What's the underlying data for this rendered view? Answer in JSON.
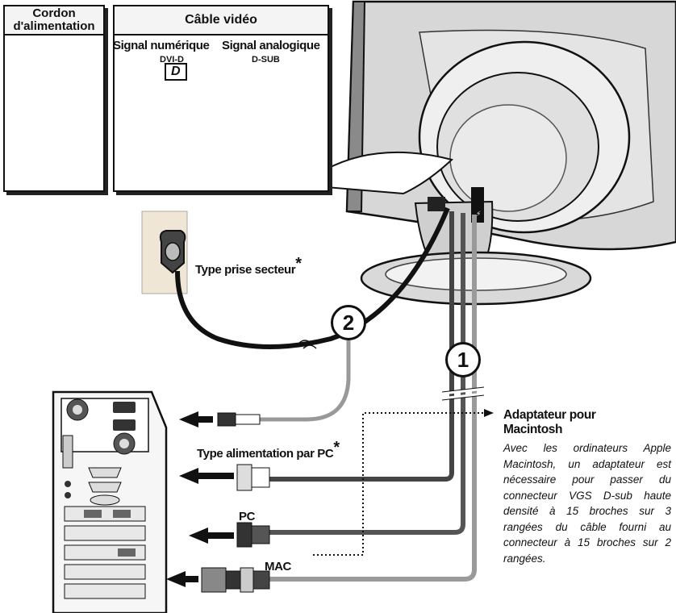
{
  "panels": {
    "power_cord": {
      "title": "Cordon\nd'alimentation"
    },
    "video_cable": {
      "title": "Câble vidéo",
      "digital_label": "Signal numérique",
      "analog_label": "Signal analogique",
      "dvi_tag": "DVI-D",
      "dvi_letter": "D",
      "dsub_tag": "D-SUB"
    }
  },
  "labels": {
    "wall_outlet": "Type prise secteur",
    "pc_power": "Type alimentation par PC",
    "asterisk": "*",
    "pc": "PC",
    "mac": "MAC",
    "step1": "1",
    "step2": "2"
  },
  "adapter": {
    "title": "Adaptateur pour\nMacintosh",
    "description": "Avec les ordinateurs Apple Macintosh, un adaptateur est nécessaire pour passer du connecteur VGS D-sub haute densité à 15 broches sur 3 rangées du câble fourni au connecteur à 15 broches sur 2 rangées."
  }
}
